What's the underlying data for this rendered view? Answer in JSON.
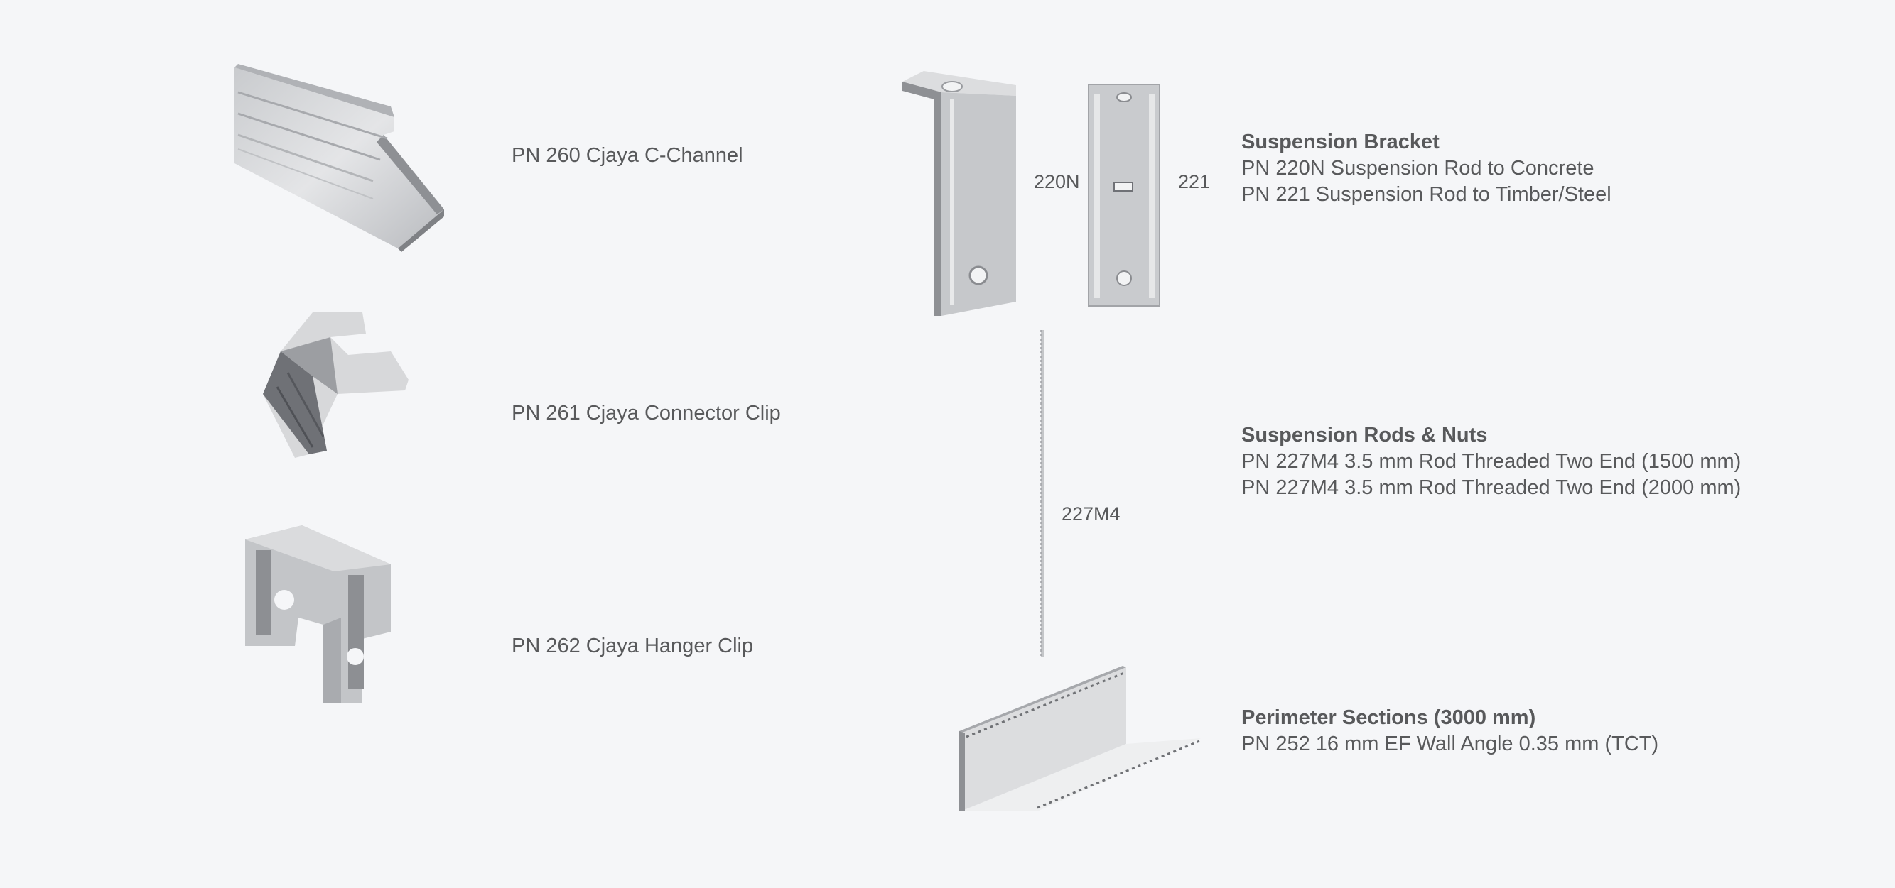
{
  "left_items": [
    {
      "label": "PN 260  Cjaya C-Channel",
      "icon": "c-channel-icon"
    },
    {
      "label": "PN 261  Cjaya Connector Clip",
      "icon": "connector-clip-icon"
    },
    {
      "label": "PN 262  Cjaya Hanger Clip",
      "icon": "hanger-clip-icon"
    }
  ],
  "bracket": {
    "code_a": "220N",
    "code_b": "221",
    "heading": "Suspension Bracket",
    "lines": [
      "PN 220N  Suspension Rod to Concrete",
      "PN 221  Suspension Rod to Timber/Steel"
    ]
  },
  "rods": {
    "code": "227M4",
    "heading": "Suspension Rods & Nuts",
    "lines": [
      "PN 227M4  3.5 mm Rod Threaded Two End (1500 mm)",
      "PN 227M4  3.5 mm Rod Threaded Two End (2000 mm)"
    ]
  },
  "perimeter": {
    "heading": "Perimeter Sections (3000 mm)",
    "lines": [
      "PN 252  16 mm EF Wall Angle 0.35 mm (TCT)"
    ]
  }
}
